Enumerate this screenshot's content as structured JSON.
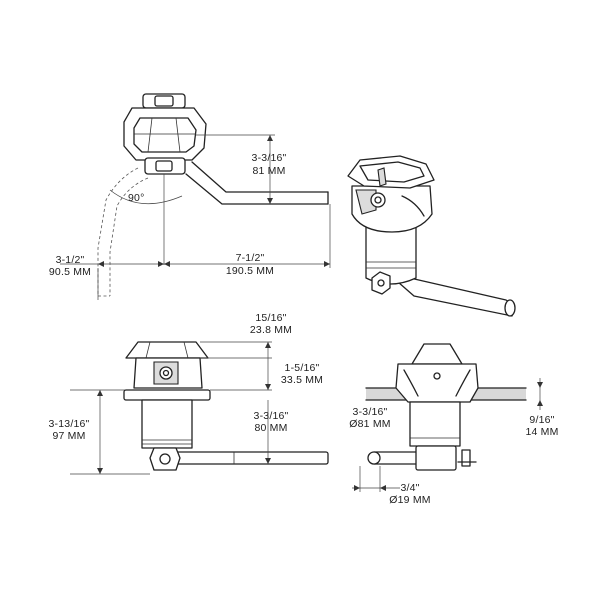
{
  "dimensions": {
    "height_top": {
      "imperial": "3-3/16\"",
      "metric": "81 MM"
    },
    "angle": "90°",
    "left_offset": {
      "imperial": "3-1/2\"",
      "metric": "90.5 MM"
    },
    "pipe_length": {
      "imperial": "7-1/2\"",
      "metric": "190.5 MM"
    },
    "cap_height": {
      "imperial": "15/16\"",
      "metric": "23.8 MM"
    },
    "upper_body": {
      "imperial": "1-5/16\"",
      "metric": "33.5 MM"
    },
    "overall_height": {
      "imperial": "3-13/16\"",
      "metric": "97 MM"
    },
    "body_height": {
      "imperial": "3-3/16\"",
      "metric": "80 MM"
    },
    "diameter_body": {
      "imperial": "3-3/16\"",
      "metric": "Ø81 MM"
    },
    "deck_thickness": {
      "imperial": "9/16\"",
      "metric": "14 MM"
    },
    "pipe_diameter": {
      "imperial": "3/4\"",
      "metric": "Ø19 MM"
    }
  }
}
